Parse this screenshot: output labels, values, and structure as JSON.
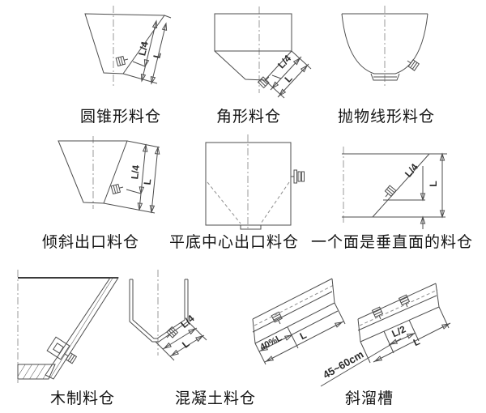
{
  "colors": {
    "line": "#4d4d4d",
    "centerline": "#9a9a9a",
    "text": "#141414",
    "background": "#ffffff"
  },
  "figures": [
    {
      "caption": "圆锥形料仓",
      "dims": {
        "quarter": "L/4",
        "full": "L"
      }
    },
    {
      "caption": "角形料仓",
      "dims": {
        "quarter": "L/4",
        "full": "L"
      }
    },
    {
      "caption": "抛物线形料仓"
    },
    {
      "caption": "倾斜出口料仓",
      "dims": {
        "quarter": "L/4",
        "full": "L"
      }
    },
    {
      "caption": "平底中心出口料仓"
    },
    {
      "caption": "一个面是垂直面的料仓",
      "dims": {
        "quarter": "L/4",
        "full": "L"
      }
    },
    {
      "caption": "木制料仓"
    },
    {
      "caption": "混凝土料仓",
      "dims": {
        "quarter": "L/4",
        "full": "L"
      }
    },
    {
      "caption": "斜溜槽",
      "dims": {
        "partial": "40%L",
        "full_left": "L",
        "half": "L/2",
        "full_right": "L",
        "spacing": "45~60cm"
      }
    }
  ]
}
